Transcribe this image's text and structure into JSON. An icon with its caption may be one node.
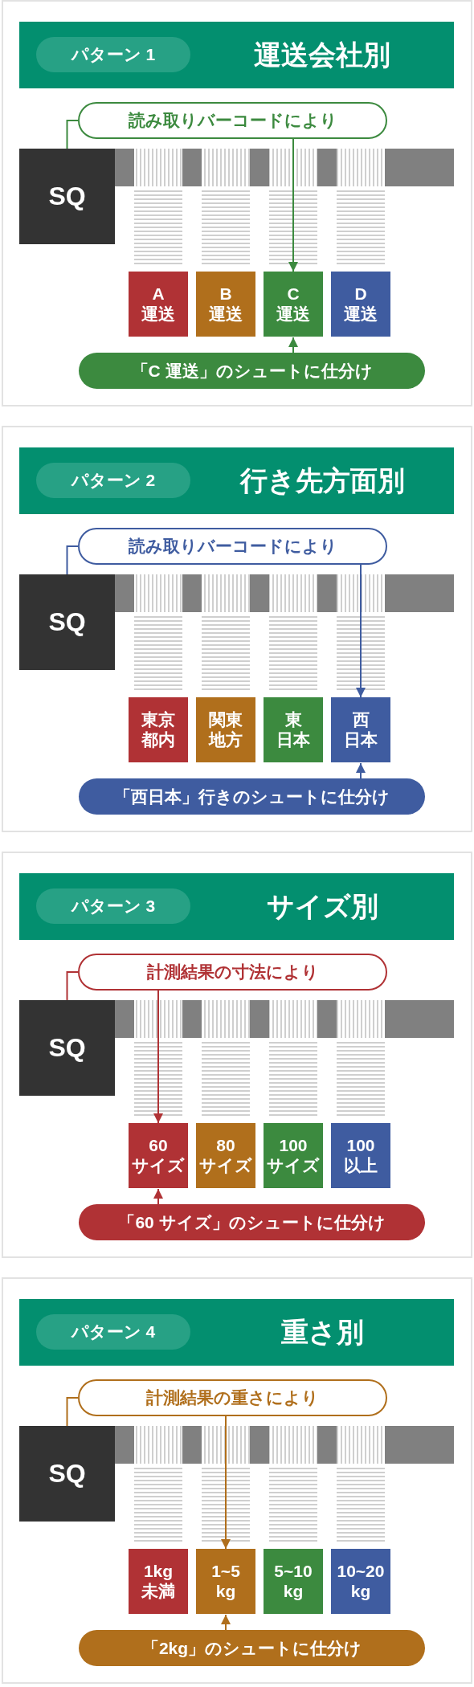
{
  "diagram": {
    "nodes": [
      {
        "text": [],
        "shape": "box"
      },
      {
        "text": [
          "運送会社別"
        ],
        "in": 0
      },
      {
        "text": [
          "パターン 1"
        ],
        "in": 1
      },
      {
        "text": [
          "読み取りバーコードにより"
        ],
        "in": 0
      },
      {
        "text": [
          "SQ"
        ],
        "in": 0
      },
      {
        "text": [
          "A",
          "運送"
        ],
        "in": 0
      },
      {
        "text": [
          "B",
          "運送"
        ],
        "in": 0
      },
      {
        "text": [
          "C",
          "運送"
        ],
        "in": 0
      },
      {
        "text": [
          "D",
          "運送"
        ],
        "in": 0
      },
      {
        "text": [
          "「C 運送」のシュートに仕分け"
        ],
        "in": 0
      },
      {
        "text": [],
        "shape": "box"
      },
      {
        "text": [
          "行き先方面別"
        ],
        "in": 10
      },
      {
        "text": [
          "パターン 2"
        ],
        "in": 11
      },
      {
        "text": [
          "読み取りバーコードにより"
        ],
        "in": 10
      },
      {
        "text": [
          "SQ"
        ],
        "in": 10
      },
      {
        "text": [
          "東京",
          "都内"
        ],
        "in": 10
      },
      {
        "text": [
          "関東",
          "地方"
        ],
        "in": 10
      },
      {
        "text": [
          "東",
          "日本"
        ],
        "in": 10
      },
      {
        "text": [
          "西",
          "日本"
        ],
        "in": 10
      },
      {
        "text": [
          "「西日本」行きのシュートに仕分け"
        ],
        "in": 10
      },
      {
        "text": [],
        "shape": "box"
      },
      {
        "text": [
          "サイズ別"
        ],
        "in": 20
      },
      {
        "text": [
          "パターン 3"
        ],
        "in": 21
      },
      {
        "text": [
          "計測結果の寸法により"
        ],
        "in": 20
      },
      {
        "text": [
          "SQ"
        ],
        "in": 20
      },
      {
        "text": [
          "60",
          "サイズ"
        ],
        "in": 20
      },
      {
        "text": [
          "80",
          "サイズ"
        ],
        "in": 20
      },
      {
        "text": [
          "100",
          "サイズ"
        ],
        "in": 20
      },
      {
        "text": [
          "100",
          "以上"
        ],
        "in": 20
      },
      {
        "text": [
          "「60 サイズ」のシュートに仕分け"
        ],
        "in": 20
      },
      {
        "text": [],
        "shape": "box"
      },
      {
        "text": [
          "重さ別"
        ],
        "in": 30
      },
      {
        "text": [
          "パターン 4"
        ],
        "in": 31
      },
      {
        "text": [
          "計測結果の重さにより"
        ],
        "in": 30
      },
      {
        "text": [
          "SQ"
        ],
        "in": 30
      },
      {
        "text": [
          "1kg",
          "未満"
        ],
        "in": 30
      },
      {
        "text": [
          "1~5",
          "kg"
        ],
        "in": 30
      },
      {
        "text": [
          "5~10",
          "kg"
        ],
        "in": 30
      },
      {
        "text": [
          "10~20",
          "kg"
        ],
        "in": 30
      },
      {
        "text": [
          "「2kg」のシュートに仕分け"
        ],
        "in": 30
      }
    ],
    "edges": [
      {
        "from": 3,
        "to": 4,
        "arrow": "none",
        "color": "#3c8a3f"
      },
      {
        "from": 3,
        "to": 7,
        "arrow": "to",
        "color": "#3c8a3f"
      },
      {
        "from": 9,
        "to": 7,
        "arrow": "to",
        "color": "#3c8a3f"
      },
      {
        "from": 13,
        "to": 14,
        "arrow": "none",
        "color": "#3f5ca0"
      },
      {
        "from": 13,
        "to": 18,
        "arrow": "to",
        "color": "#3f5ca0"
      },
      {
        "from": 19,
        "to": 18,
        "arrow": "to",
        "color": "#3f5ca0"
      },
      {
        "from": 23,
        "to": 24,
        "arrow": "none",
        "color": "#b03235"
      },
      {
        "from": 23,
        "to": 25,
        "arrow": "to",
        "color": "#b03235"
      },
      {
        "from": 29,
        "to": 25,
        "arrow": "to",
        "color": "#b03235"
      },
      {
        "from": 33,
        "to": 34,
        "arrow": "none",
        "color": "#b06f1c"
      },
      {
        "from": 33,
        "to": 36,
        "arrow": "to",
        "color": "#b06f1c"
      },
      {
        "from": 39,
        "to": 36,
        "arrow": "to",
        "color": "#b06f1c"
      }
    ]
  }
}
